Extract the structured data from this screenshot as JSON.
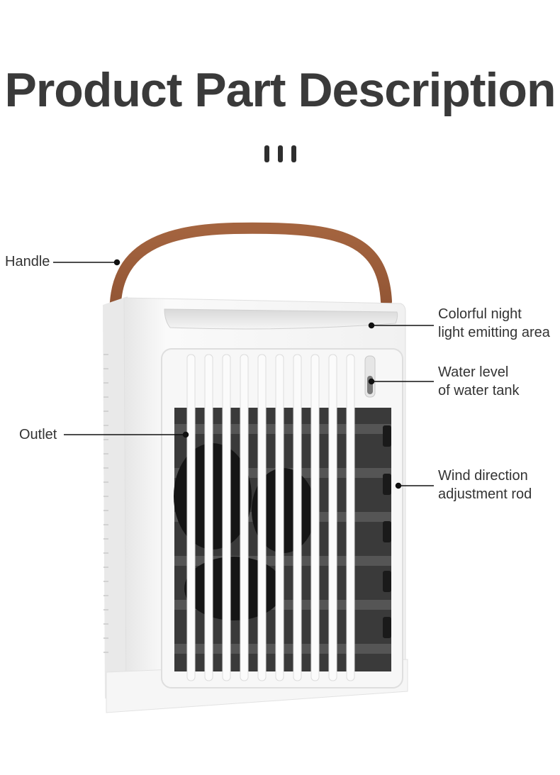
{
  "title": "Product Part Description",
  "decoration": {
    "icon": "three-vertical-bars",
    "color": "#2e2e2e"
  },
  "product": {
    "name_hidden": false,
    "colors": {
      "body": "#f4f4f4",
      "strap": "#9a5a3a",
      "fan": "#1c1c1c"
    }
  },
  "labels": {
    "handle": "Handle",
    "outlet": "Outlet",
    "night_light_line1": "Colorful night",
    "night_light_line2": "light emitting area",
    "water_level_line1": "Water level",
    "water_level_line2": "of water tank",
    "wind_rod_line1": "Wind direction",
    "wind_rod_line2": "adjustment rod"
  }
}
